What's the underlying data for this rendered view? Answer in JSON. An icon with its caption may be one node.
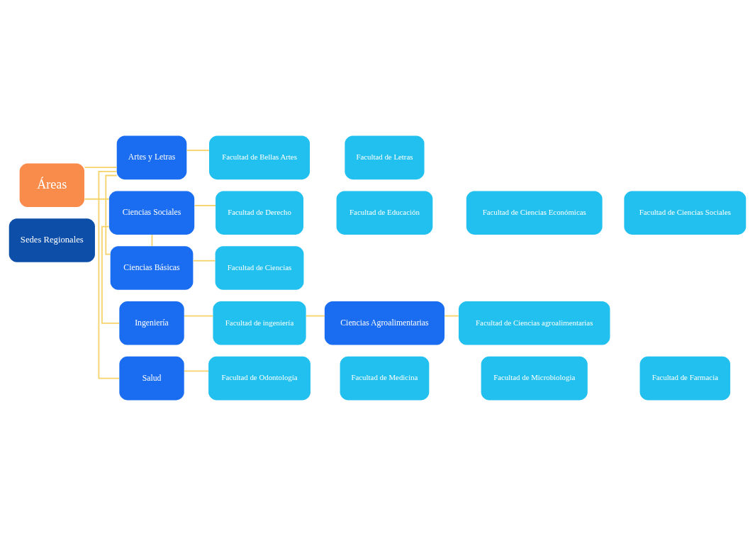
{
  "diagram": {
    "nodes": [
      {
        "text": [
          "Áreas"
        ]
      },
      {
        "text": [
          "Salud"
        ]
      },
      {
        "text": [
          "Facultad de Odontología"
        ]
      },
      {
        "text": [
          "Facultad de Medicina"
        ]
      },
      {
        "text": [
          "Facultad de Microbiologia"
        ]
      },
      {
        "text": [
          "Facultad de Farmacia"
        ]
      },
      {
        "text": [
          "Artes y Letras"
        ]
      },
      {
        "text": [
          "Facultad de Bellas Artes"
        ]
      },
      {
        "text": [
          "Facultad de Letras"
        ]
      },
      {
        "text": [
          "Ciencias Básicas"
        ]
      },
      {
        "text": [
          "Facultad de Ciencias"
        ]
      },
      {
        "text": [
          "Ciencias Sociales"
        ]
      },
      {
        "text": [
          "Facultad de Derecho"
        ]
      },
      {
        "text": [
          "Facultad de Educación"
        ]
      },
      {
        "text": [
          "Facultad de Ciencias Económicas"
        ]
      },
      {
        "text": [
          "Facultad de Ciencias Sociales"
        ]
      },
      {
        "text": [
          "Sedes Regionales"
        ]
      },
      {
        "text": [
          "Ingeniería"
        ]
      },
      {
        "text": [
          "Facultad de ingeniería"
        ]
      },
      {
        "text": [
          "Ciencias Agroalimentarias"
        ]
      },
      {
        "text": [
          "Facultad de Ciencias agroalimentarias"
        ]
      }
    ],
    "edges": [
      {
        "from": 0,
        "to": 6,
        "arrow": "none"
      },
      {
        "from": 0,
        "to": 11,
        "arrow": "none"
      },
      {
        "from": 1,
        "to": 6,
        "arrow": "none"
      },
      {
        "from": 6,
        "to": 9,
        "arrow": "none"
      },
      {
        "from": 9,
        "to": 11,
        "arrow": "none"
      },
      {
        "from": 11,
        "to": 17,
        "arrow": "none"
      },
      {
        "from": 1,
        "to": 2,
        "arrow": "none"
      },
      {
        "from": 6,
        "to": 7,
        "arrow": "none"
      },
      {
        "from": 9,
        "to": 10,
        "arrow": "none"
      },
      {
        "from": 11,
        "to": 12,
        "arrow": "none"
      },
      {
        "from": 17,
        "to": 18,
        "arrow": "none"
      },
      {
        "from": 18,
        "to": 19,
        "arrow": "none"
      },
      {
        "from": 19,
        "to": 20,
        "arrow": "none"
      }
    ]
  }
}
